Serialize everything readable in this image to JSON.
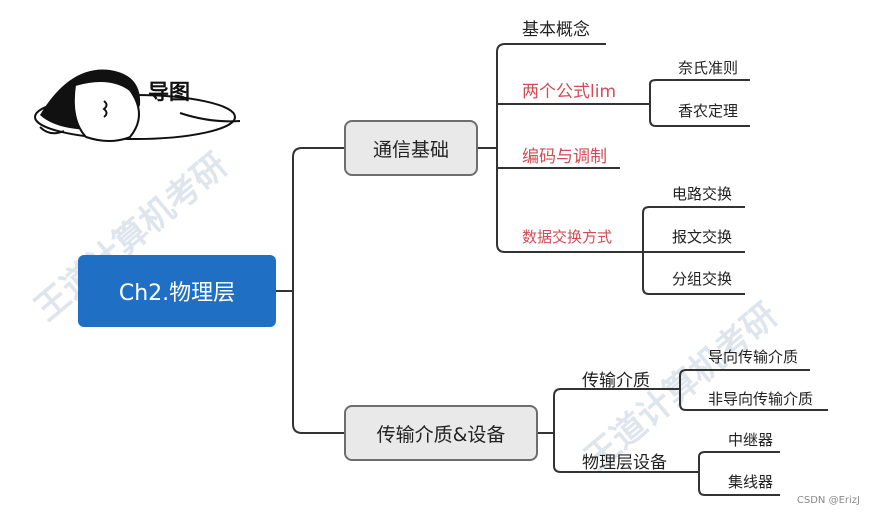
{
  "meme": {
    "label": "导图"
  },
  "root": {
    "label": "Ch2.物理层"
  },
  "branches": [
    {
      "label": "通信基础",
      "children": [
        {
          "label": "基本概念",
          "highlight": false,
          "children": []
        },
        {
          "label": "两个公式lim",
          "highlight": true,
          "children": [
            "奈氏准则",
            "香农定理"
          ]
        },
        {
          "label": "编码与调制",
          "highlight": true,
          "children": []
        },
        {
          "label": "数据交换方式",
          "highlight": true,
          "children": [
            "电路交换",
            "报文交换",
            "分组交换"
          ]
        }
      ]
    },
    {
      "label": "传输介质&设备",
      "children": [
        {
          "label": "传输介质",
          "highlight": false,
          "children": [
            "导向传输介质",
            "非导向传输介质"
          ]
        },
        {
          "label": "物理层设备",
          "highlight": false,
          "children": [
            "中继器",
            "集线器"
          ]
        }
      ]
    }
  ],
  "watermark": {
    "text": "王道计算机考研"
  },
  "credit": "CSDN @ErizJ",
  "colors": {
    "root_fill": "#1f6fc4",
    "highlight_text": "#d24b55",
    "connector": "#333333",
    "mid_fill": "#e9e9e9"
  }
}
